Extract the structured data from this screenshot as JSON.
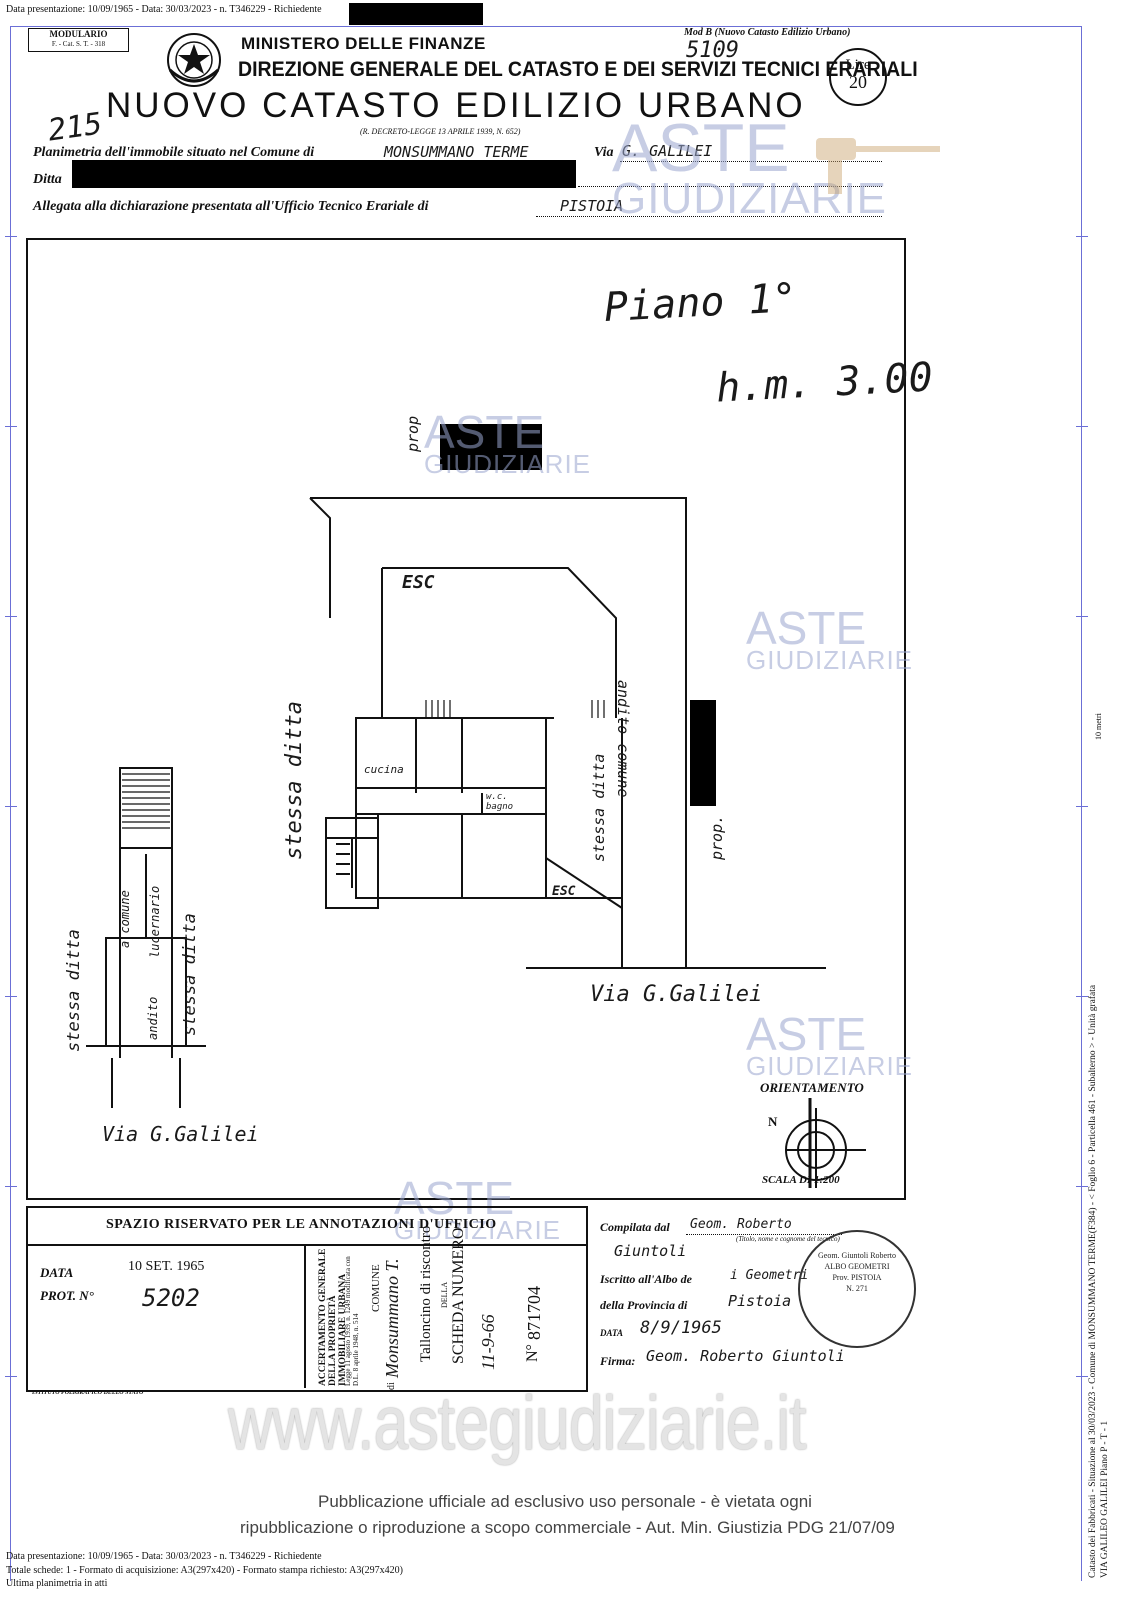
{
  "top_meta": {
    "line": "Data presentazione: 10/09/1965 - Data: 30/03/2023 - n. T346229 - Richiedente"
  },
  "header": {
    "modulario": "MODULARIO",
    "modulario_sub": "F. - Cat. S. T. - 318",
    "mod_b": "Mod B (Nuovo Catasto Edilizio Urbano)",
    "handwritten_number": "5109",
    "ministero": "MINISTERO DELLE FINANZE",
    "direzione": "DIREZIONE GENERALE DEL CATASTO E DEI SERVIZI TECNICI ERARIALI",
    "lire_label": "Lire",
    "lire_value": "20",
    "main_title": "NUOVO CATASTO EDILIZIO URBANO",
    "decree": "(R. DECRETO-LEGGE 13 APRILE 1939, N. 652)",
    "handwritten_215": "215"
  },
  "form": {
    "planimetria_label": "Planimetria dell'immobile situato nel Comune di",
    "comune_value": "MONSUMMANO TERME",
    "via_label": "Via",
    "via_value": "G. GALILEI",
    "ditta_label": "Ditta",
    "allegata_label": "Allegata alla dichiarazione presentata all'Ufficio Tecnico Erariale di",
    "ufficio_value": "PISTOIA"
  },
  "plan": {
    "floor_label": "Piano 1°",
    "height_label": "h.m. 3.00",
    "prop_top": "prop",
    "stessa_ditta_left": "stessa ditta",
    "stessa_ditta_right": "stessa ditta",
    "prop_right": "prop.",
    "andito_comune": "andito comune",
    "esc_top": "ESC",
    "esc_bottom": "ESC",
    "cucina": "cucina",
    "wc_bagno": "w.c. bagno",
    "via_bottom": "Via G.Galilei",
    "small_comune": "a comune",
    "small_lucernario": "lucernario",
    "small_stessa_ditta_1": "stessa ditta",
    "small_stessa_ditta_2": "stessa ditta",
    "small_andito": "andito",
    "small_via": "Via G.Galilei",
    "orientamento": "ORIENTAMENTO",
    "north": "N",
    "scala": "SCALA DI 1:200"
  },
  "office": {
    "spazio_title": "SPAZIO RISERVATO PER LE ANNOTAZIONI D'UFFICIO",
    "data_label": "DATA",
    "data_value": "10 SET. 1965",
    "prot_label": "PROT. N°",
    "prot_value": "5202",
    "accertamento": "ACCERTAMENTO GENERALE DELLA PROPRIETÀ IMMOBILIARE URBANA",
    "legge": "Legge 11 agosto 1939, n. 1249 modificata con D.L. 8 aprile 1948, n. 514",
    "comune_small": "COMUNE",
    "di_label": "di",
    "comune_hand": "Monsummano T.",
    "talloncino": "Talloncino di riscontro",
    "della": "DELLA",
    "scheda_numero": "SCHEDA NUMERO",
    "scheda_hand": "11-9-66",
    "numero_label": "N°",
    "numero_value": "871704",
    "istituto": "ISTITUTO POLIGRAFICO DELLO STATO"
  },
  "signature": {
    "compilata_label": "Compilata dal",
    "compilata_value": "Geom. Roberto",
    "titolo_note": "(Titolo, nome e cognome del tecnico)",
    "surname": "Giuntoli",
    "iscritto_label": "Iscritto all'Albo de",
    "iscritto_value": "i Geometri",
    "provincia_label": "della Provincia di",
    "provincia_value": "Pistoia",
    "data_label": "DATA",
    "data_value": "8/9/1965",
    "firma_label": "Firma:",
    "firma_value": "Geom. Roberto Giuntoli",
    "stamp_line1": "Geom. Giuntoli Roberto",
    "stamp_line2": "ALBO GEOMETRI",
    "stamp_line3": "Prov. PISTOIA",
    "stamp_line4": "N. 271"
  },
  "watermark": {
    "aste": "ASTE",
    "giudiziarie": "GIUDIZIARIE",
    "url": "www.astegiudiziarie.it",
    "pub_line1": "Pubblicazione ufficiale ad esclusivo uso personale - è vietata ogni",
    "pub_line2": "ripubblicazione o riproduzione a scopo commerciale - Aut. Min. Giustizia PDG 21/07/09"
  },
  "footer": {
    "line1": "Data presentazione: 10/09/1965 - Data: 30/03/2023 - n. T346229 - Richiedente",
    "line2": "Totale schede: 1 - Formato di acquisizione: A3(297x420) - Formato stampa richiesto: A3(297x420)",
    "line3": "Ultima planimetria in atti"
  },
  "side": {
    "right_text": "Catasto dei Fabbricati - Situazione al 30/03/2023 - Comune di MONSUMMANO TERME(F384) - < Foglio 6 - Particella 461 - Subalterno > - Unità grafata",
    "right_text2": "VIA GALILEO GALILEI Piano P - T - 1",
    "right_small": "10 metri"
  }
}
